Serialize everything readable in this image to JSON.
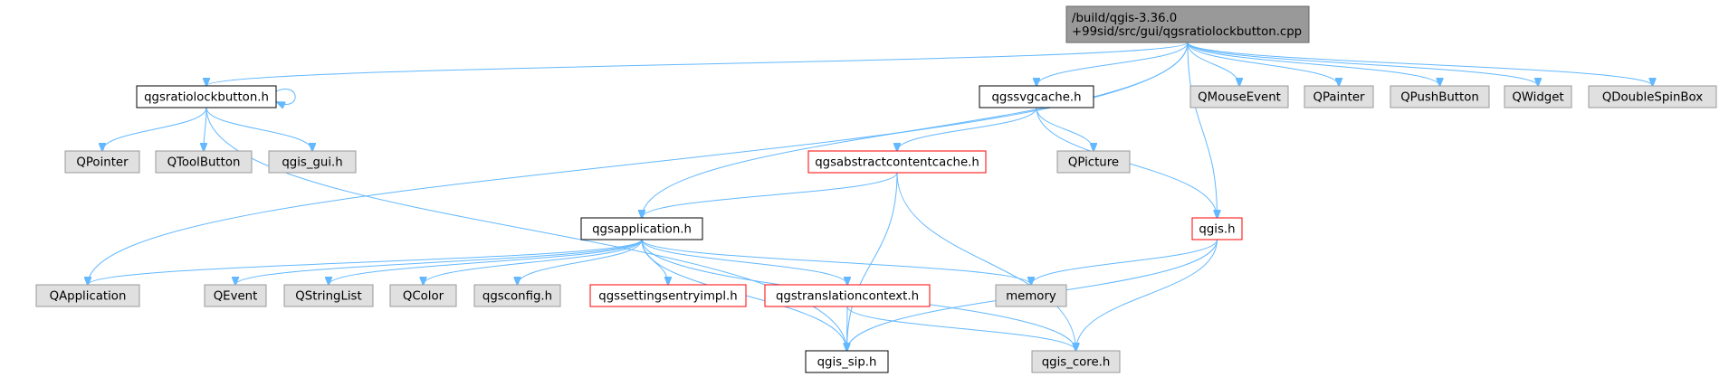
{
  "colors": {
    "edge": "#63b8ff",
    "root_fill": "#999999",
    "root_border": "#666666",
    "normal_fill": "#ffffff",
    "normal_border": "#000000",
    "highlight_border": "#ff0000",
    "external_fill": "#e0e0e0",
    "external_border": "#999999",
    "text": "#000000"
  },
  "nodes": [
    {
      "id": "root",
      "lines": [
        "/build/qgis-3.36.0",
        "+99sid/src/gui/qgsratiolockbutton.cpp"
      ],
      "style": "root"
    },
    {
      "id": "ratiolockbutton",
      "lines": [
        "qgsratiolockbutton.h"
      ],
      "style": "normal"
    },
    {
      "id": "qpointer",
      "lines": [
        "QPointer"
      ],
      "style": "external"
    },
    {
      "id": "qtoolbutton",
      "lines": [
        "QToolButton"
      ],
      "style": "external"
    },
    {
      "id": "qgisgui",
      "lines": [
        "qgis_gui.h"
      ],
      "style": "external"
    },
    {
      "id": "svgcache",
      "lines": [
        "qgssvgcache.h"
      ],
      "style": "normal"
    },
    {
      "id": "qmouseevent",
      "lines": [
        "QMouseEvent"
      ],
      "style": "external"
    },
    {
      "id": "qpainter",
      "lines": [
        "QPainter"
      ],
      "style": "external"
    },
    {
      "id": "qpushbutton",
      "lines": [
        "QPushButton"
      ],
      "style": "external"
    },
    {
      "id": "qwidget",
      "lines": [
        "QWidget"
      ],
      "style": "external"
    },
    {
      "id": "qdoublespinbox",
      "lines": [
        "QDoubleSpinBox"
      ],
      "style": "external"
    },
    {
      "id": "abstractcontentcache",
      "lines": [
        "qgsabstractcontentcache.h"
      ],
      "style": "highlight"
    },
    {
      "id": "qpicture",
      "lines": [
        "QPicture"
      ],
      "style": "external"
    },
    {
      "id": "application",
      "lines": [
        "qgsapplication.h"
      ],
      "style": "normal"
    },
    {
      "id": "qgis",
      "lines": [
        "qgis.h"
      ],
      "style": "highlight"
    },
    {
      "id": "qapplication",
      "lines": [
        "QApplication"
      ],
      "style": "external"
    },
    {
      "id": "qevent",
      "lines": [
        "QEvent"
      ],
      "style": "external"
    },
    {
      "id": "qstringlist",
      "lines": [
        "QStringList"
      ],
      "style": "external"
    },
    {
      "id": "qcolor",
      "lines": [
        "QColor"
      ],
      "style": "external"
    },
    {
      "id": "qgsconfig",
      "lines": [
        "qgsconfig.h"
      ],
      "style": "external"
    },
    {
      "id": "settingsentryimpl",
      "lines": [
        "qgssettingsentryimpl.h"
      ],
      "style": "highlight"
    },
    {
      "id": "translationcontext",
      "lines": [
        "qgstranslationcontext.h"
      ],
      "style": "highlight"
    },
    {
      "id": "memory",
      "lines": [
        "memory"
      ],
      "style": "external"
    },
    {
      "id": "qgissip",
      "lines": [
        "qgis_sip.h"
      ],
      "style": "normal"
    },
    {
      "id": "qgiscore",
      "lines": [
        "qgis_core.h"
      ],
      "style": "external"
    }
  ],
  "edges": [
    [
      "root",
      "ratiolockbutton"
    ],
    [
      "root",
      "qapplication"
    ],
    [
      "root",
      "application"
    ],
    [
      "root",
      "svgcache"
    ],
    [
      "root",
      "qgis"
    ],
    [
      "root",
      "qmouseevent"
    ],
    [
      "root",
      "qpainter"
    ],
    [
      "root",
      "qpushbutton"
    ],
    [
      "root",
      "qwidget"
    ],
    [
      "root",
      "qdoublespinbox"
    ],
    [
      "ratiolockbutton",
      "ratiolockbutton"
    ],
    [
      "ratiolockbutton",
      "qpointer"
    ],
    [
      "ratiolockbutton",
      "qtoolbutton"
    ],
    [
      "ratiolockbutton",
      "qgisgui"
    ],
    [
      "ratiolockbutton",
      "qgissip"
    ],
    [
      "svgcache",
      "abstractcontentcache"
    ],
    [
      "svgcache",
      "qpicture"
    ],
    [
      "svgcache",
      "qgis"
    ],
    [
      "abstractcontentcache",
      "application"
    ],
    [
      "abstractcontentcache",
      "qgissip"
    ],
    [
      "abstractcontentcache",
      "qgiscore"
    ],
    [
      "application",
      "qapplication"
    ],
    [
      "application",
      "qevent"
    ],
    [
      "application",
      "qstringlist"
    ],
    [
      "application",
      "qcolor"
    ],
    [
      "application",
      "qgsconfig"
    ],
    [
      "application",
      "settingsentryimpl"
    ],
    [
      "application",
      "translationcontext"
    ],
    [
      "application",
      "memory"
    ],
    [
      "application",
      "qgiscore"
    ],
    [
      "application",
      "qgissip"
    ],
    [
      "qgis",
      "memory"
    ],
    [
      "qgis",
      "qgissip"
    ],
    [
      "qgis",
      "qgiscore"
    ],
    [
      "translationcontext",
      "qgissip"
    ],
    [
      "translationcontext",
      "qgiscore"
    ]
  ]
}
